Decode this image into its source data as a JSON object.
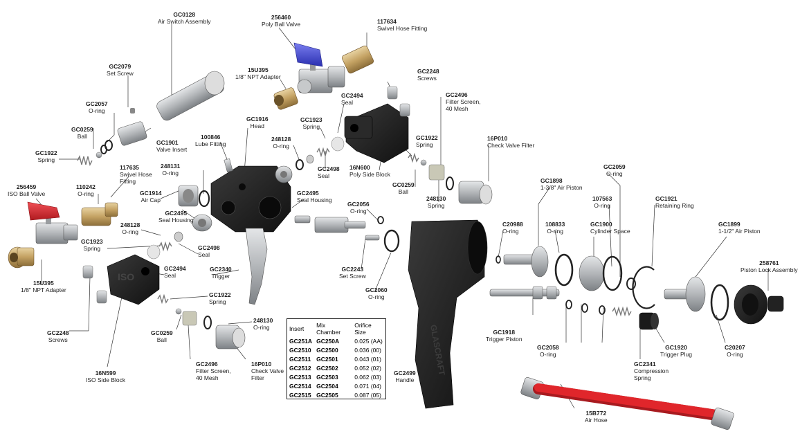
{
  "parts": [
    {
      "id": "GC0128",
      "desc": "Air Switch Assembly"
    },
    {
      "id": "256460",
      "desc": "Poly Ball Valve"
    },
    {
      "id": "117634",
      "desc": "Swivel Hose Fitting"
    },
    {
      "id": "GC2079",
      "desc": "Set Screw"
    },
    {
      "id": "15U395",
      "desc": "1/8\" NPT Adapter"
    },
    {
      "id": "GC2248",
      "desc": "Screws"
    },
    {
      "id": "GC2057",
      "desc": "O-ring"
    },
    {
      "id": "GC2494",
      "desc": "Seal"
    },
    {
      "id": "GC2496",
      "desc": "Filter Screen, 40 Mesh"
    },
    {
      "id": "GC0259",
      "desc": "Ball"
    },
    {
      "id": "GC1916",
      "desc": "Head"
    },
    {
      "id": "GC1923",
      "desc": "Spring"
    },
    {
      "id": "GC1901",
      "desc": "Valve Insert"
    },
    {
      "id": "100846",
      "desc": "Lube Fitting"
    },
    {
      "id": "GC1922",
      "desc": "Spring"
    },
    {
      "id": "16P010",
      "desc": "Check Valve Filter"
    },
    {
      "id": "GC1922",
      "desc": "Spring"
    },
    {
      "id": "248128",
      "desc": "O-ring"
    },
    {
      "id": "117635",
      "desc": "Swivel Hose Fitting"
    },
    {
      "id": "248131",
      "desc": "O-ring"
    },
    {
      "id": "GC2498",
      "desc": "Seal"
    },
    {
      "id": "16N600",
      "desc": "Poly Side Block"
    },
    {
      "id": "GC2059",
      "desc": "O-ring"
    },
    {
      "id": "256459",
      "desc": "ISO Ball Valve"
    },
    {
      "id": "110242",
      "desc": "O-ring"
    },
    {
      "id": "GC0259",
      "desc": "Ball"
    },
    {
      "id": "GC1898",
      "desc": "1-3/8\" Air Piston"
    },
    {
      "id": "GC1914",
      "desc": "Air Cap"
    },
    {
      "id": "GC2495",
      "desc": "Seal Housing"
    },
    {
      "id": "248130",
      "desc": "Spring"
    },
    {
      "id": "107563",
      "desc": "O-ring"
    },
    {
      "id": "GC1921",
      "desc": "Retaining Ring"
    },
    {
      "id": "GC2495",
      "desc": "Seal Housing"
    },
    {
      "id": "GC2056",
      "desc": "O-ring"
    },
    {
      "id": "248128",
      "desc": "O-ring"
    },
    {
      "id": "C20988",
      "desc": "O-ring"
    },
    {
      "id": "108833",
      "desc": "O-ring"
    },
    {
      "id": "GC1900",
      "desc": "Cylinder Space"
    },
    {
      "id": "GC1899",
      "desc": "1-1/2\" Air Piston"
    },
    {
      "id": "GC1923",
      "desc": "Spring"
    },
    {
      "id": "GC2498",
      "desc": "Seal"
    },
    {
      "id": "GC2494",
      "desc": "Seal"
    },
    {
      "id": "GC2340",
      "desc": "Trigger"
    },
    {
      "id": "GC2243",
      "desc": "Set Screw"
    },
    {
      "id": "258761",
      "desc": "Piston Lock Assembly"
    },
    {
      "id": "15U395",
      "desc": "1/8\" NPT Adapter"
    },
    {
      "id": "GC2060",
      "desc": "O-ring"
    },
    {
      "id": "GC1922",
      "desc": "Spring"
    },
    {
      "id": "GC1918",
      "desc": "Trigger Piston"
    },
    {
      "id": "248130",
      "desc": "O-ring"
    },
    {
      "id": "GC2248",
      "desc": "Screws"
    },
    {
      "id": "GC0259",
      "desc": "Ball"
    },
    {
      "id": "GC2058",
      "desc": "O-ring"
    },
    {
      "id": "GC1920",
      "desc": "Trigger Plug"
    },
    {
      "id": "C20207",
      "desc": "O-ring"
    },
    {
      "id": "GC2496",
      "desc": "Filter Screen, 40 Mesh"
    },
    {
      "id": "16P010",
      "desc": "Check Valve Filter"
    },
    {
      "id": "GC2341",
      "desc": "Compression Spring"
    },
    {
      "id": "GC2499",
      "desc": "Handle"
    },
    {
      "id": "16N599",
      "desc": "ISO Side Block"
    },
    {
      "id": "15B772",
      "desc": "Air Hose"
    }
  ],
  "mix_table": {
    "headers": [
      "Insert",
      "Mix Chamber",
      "Orifice Size"
    ],
    "rows": [
      [
        "GC251A",
        "GC250A",
        "0.025 (AA)"
      ],
      [
        "GC2510",
        "GC2500",
        "0.036 (00)"
      ],
      [
        "GC2511",
        "GC2501",
        "0.043 (01)"
      ],
      [
        "GC2512",
        "GC2502",
        "0.052 (02)"
      ],
      [
        "GC2513",
        "GC2503",
        "0.062 (03)"
      ],
      [
        "GC2514",
        "GC2504",
        "0.071 (04)"
      ],
      [
        "GC2515",
        "GC2505",
        "0.087 (05)"
      ]
    ]
  },
  "handle_text": "GLASCRAFT",
  "block_text": "ISO",
  "colors": {
    "body_black": "#1e1e1e",
    "metal": "#b9bcbf",
    "brass": "#c9a96a",
    "red_handle": "#d3262e",
    "blue_handle": "#3a3fc9",
    "hose_red": "#e0262b",
    "leader": "#333333"
  }
}
